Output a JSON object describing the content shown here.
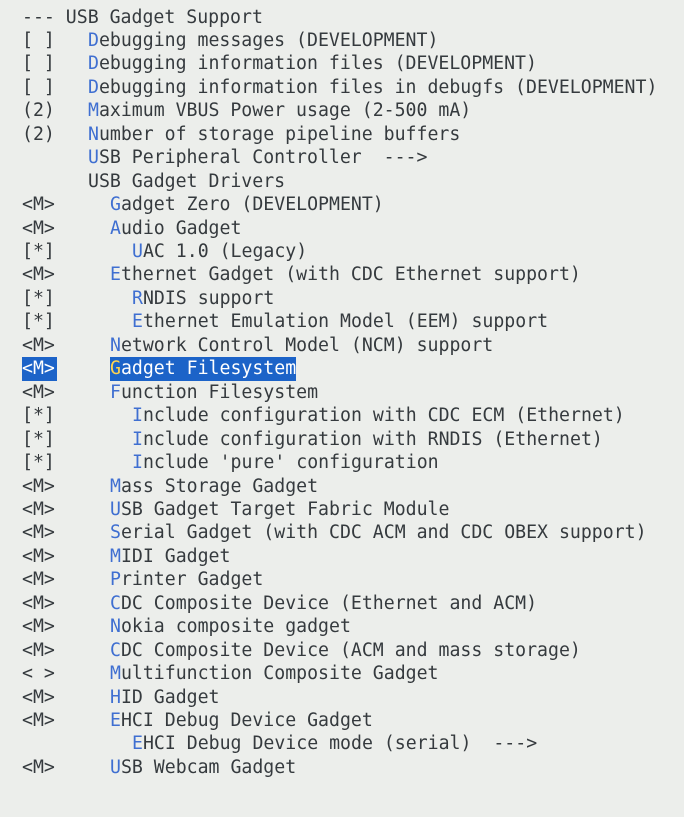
{
  "menu": {
    "header": "--- USB Gadget Support",
    "items": [
      {
        "prefix": "[ ]",
        "hotkey": "D",
        "rest": "ebugging messages (DEVELOPMENT)",
        "indent": 0,
        "selected": false,
        "interactable": true
      },
      {
        "prefix": "[ ]",
        "hotkey": "D",
        "rest": "ebugging information files (DEVELOPMENT)",
        "indent": 0,
        "selected": false,
        "interactable": true
      },
      {
        "prefix": "[ ]",
        "hotkey": "D",
        "rest": "ebugging information files in debugfs (DEVELOPMENT)",
        "indent": 0,
        "selected": false,
        "interactable": true
      },
      {
        "prefix": "(2)",
        "hotkey": "M",
        "rest": "aximum VBUS Power usage (2-500 mA)",
        "indent": 0,
        "selected": false,
        "interactable": true
      },
      {
        "prefix": "(2)",
        "hotkey": "N",
        "rest": "umber of storage pipeline buffers",
        "indent": 0,
        "selected": false,
        "interactable": true
      },
      {
        "prefix": "",
        "hotkey": "U",
        "rest": "SB Peripheral Controller  --->",
        "indent": 0,
        "selected": false,
        "interactable": true
      },
      {
        "prefix": "",
        "hotkey": "",
        "rest": "USB Gadget Drivers",
        "indent": 0,
        "selected": false,
        "interactable": false
      },
      {
        "prefix": "<M>",
        "hotkey": "G",
        "rest": "adget Zero (DEVELOPMENT)",
        "indent": 1,
        "selected": false,
        "interactable": true
      },
      {
        "prefix": "<M>",
        "hotkey": "A",
        "rest": "udio Gadget",
        "indent": 1,
        "selected": false,
        "interactable": true
      },
      {
        "prefix": "[*]",
        "hotkey": "U",
        "rest": "AC 1.0 (Legacy)",
        "indent": 2,
        "selected": false,
        "interactable": true
      },
      {
        "prefix": "<M>",
        "hotkey": "E",
        "rest": "thernet Gadget (with CDC Ethernet support)",
        "indent": 1,
        "selected": false,
        "interactable": true
      },
      {
        "prefix": "[*]",
        "hotkey": "R",
        "rest": "NDIS support",
        "indent": 2,
        "selected": false,
        "interactable": true
      },
      {
        "prefix": "[*]",
        "hotkey": "E",
        "rest": "thernet Emulation Model (EEM) support",
        "indent": 2,
        "selected": false,
        "interactable": true
      },
      {
        "prefix": "<M>",
        "hotkey": "N",
        "rest": "etwork Control Model (NCM) support",
        "indent": 1,
        "selected": false,
        "interactable": true
      },
      {
        "prefix": "<M>",
        "hotkey": "G",
        "rest": "adget Filesystem",
        "indent": 1,
        "selected": true,
        "interactable": true
      },
      {
        "prefix": "<M>",
        "hotkey": "F",
        "rest": "unction Filesystem",
        "indent": 1,
        "selected": false,
        "interactable": true
      },
      {
        "prefix": "[*]",
        "hotkey": "I",
        "rest": "nclude configuration with CDC ECM (Ethernet)",
        "indent": 2,
        "selected": false,
        "interactable": true
      },
      {
        "prefix": "[*]",
        "hotkey": "I",
        "rest": "nclude configuration with RNDIS (Ethernet)",
        "indent": 2,
        "selected": false,
        "interactable": true
      },
      {
        "prefix": "[*]",
        "hotkey": "I",
        "rest": "nclude 'pure' configuration",
        "indent": 2,
        "selected": false,
        "interactable": true
      },
      {
        "prefix": "<M>",
        "hotkey": "M",
        "rest": "ass Storage Gadget",
        "indent": 1,
        "selected": false,
        "interactable": true
      },
      {
        "prefix": "<M>",
        "hotkey": "U",
        "rest": "SB Gadget Target Fabric Module",
        "indent": 1,
        "selected": false,
        "interactable": true
      },
      {
        "prefix": "<M>",
        "hotkey": "S",
        "rest": "erial Gadget (with CDC ACM and CDC OBEX support)",
        "indent": 1,
        "selected": false,
        "interactable": true
      },
      {
        "prefix": "<M>",
        "hotkey": "M",
        "rest": "IDI Gadget",
        "indent": 1,
        "selected": false,
        "interactable": true
      },
      {
        "prefix": "<M>",
        "hotkey": "P",
        "rest": "rinter Gadget",
        "indent": 1,
        "selected": false,
        "interactable": true
      },
      {
        "prefix": "<M>",
        "hotkey": "C",
        "rest": "DC Composite Device (Ethernet and ACM)",
        "indent": 1,
        "selected": false,
        "interactable": true
      },
      {
        "prefix": "<M>",
        "hotkey": "N",
        "rest": "okia composite gadget",
        "indent": 1,
        "selected": false,
        "interactable": true
      },
      {
        "prefix": "<M>",
        "hotkey": "C",
        "rest": "DC Composite Device (ACM and mass storage)",
        "indent": 1,
        "selected": false,
        "interactable": true
      },
      {
        "prefix": "< >",
        "hotkey": "M",
        "rest": "ultifunction Composite Gadget",
        "indent": 1,
        "selected": false,
        "interactable": true
      },
      {
        "prefix": "<M>",
        "hotkey": "H",
        "rest": "ID Gadget",
        "indent": 1,
        "selected": false,
        "interactable": true
      },
      {
        "prefix": "<M>",
        "hotkey": "E",
        "rest": "HCI Debug Device Gadget",
        "indent": 1,
        "selected": false,
        "interactable": true
      },
      {
        "prefix": "",
        "hotkey": "E",
        "rest": "HCI Debug Device mode (serial)  --->",
        "indent": 2,
        "selected": false,
        "interactable": true
      },
      {
        "prefix": "<M>",
        "hotkey": "U",
        "rest": "SB Webcam Gadget",
        "indent": 1,
        "selected": false,
        "interactable": true
      }
    ]
  },
  "colors": {
    "background": "#eceeeb",
    "text": "#353a3e",
    "hotkey": "#3f6fd1",
    "selection_background": "#1c63c8",
    "selection_text": "#ffffff",
    "selection_hotkey": "#ffd34f"
  }
}
